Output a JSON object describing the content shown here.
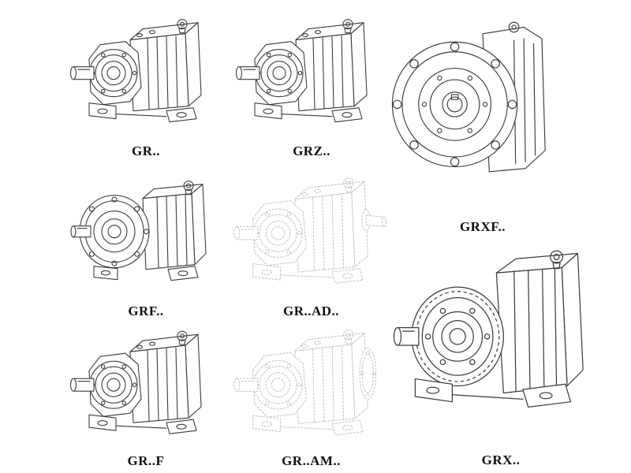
{
  "colors": {
    "ink": "#3c3c3c",
    "faded": "#c6c6c6",
    "label": "#101010",
    "background": "#ffffff"
  },
  "figures": [
    {
      "id": "gr",
      "label": "GR.."
    },
    {
      "id": "grz",
      "label": "GRZ.."
    },
    {
      "id": "grxf",
      "label": "GRXF.."
    },
    {
      "id": "grf",
      "label": "GRF.."
    },
    {
      "id": "grad",
      "label": "GR..AD.."
    },
    {
      "id": "grx",
      "label": "GRX.."
    },
    {
      "id": "grff",
      "label": "GR..F"
    },
    {
      "id": "gram",
      "label": "GR..AM.."
    }
  ]
}
